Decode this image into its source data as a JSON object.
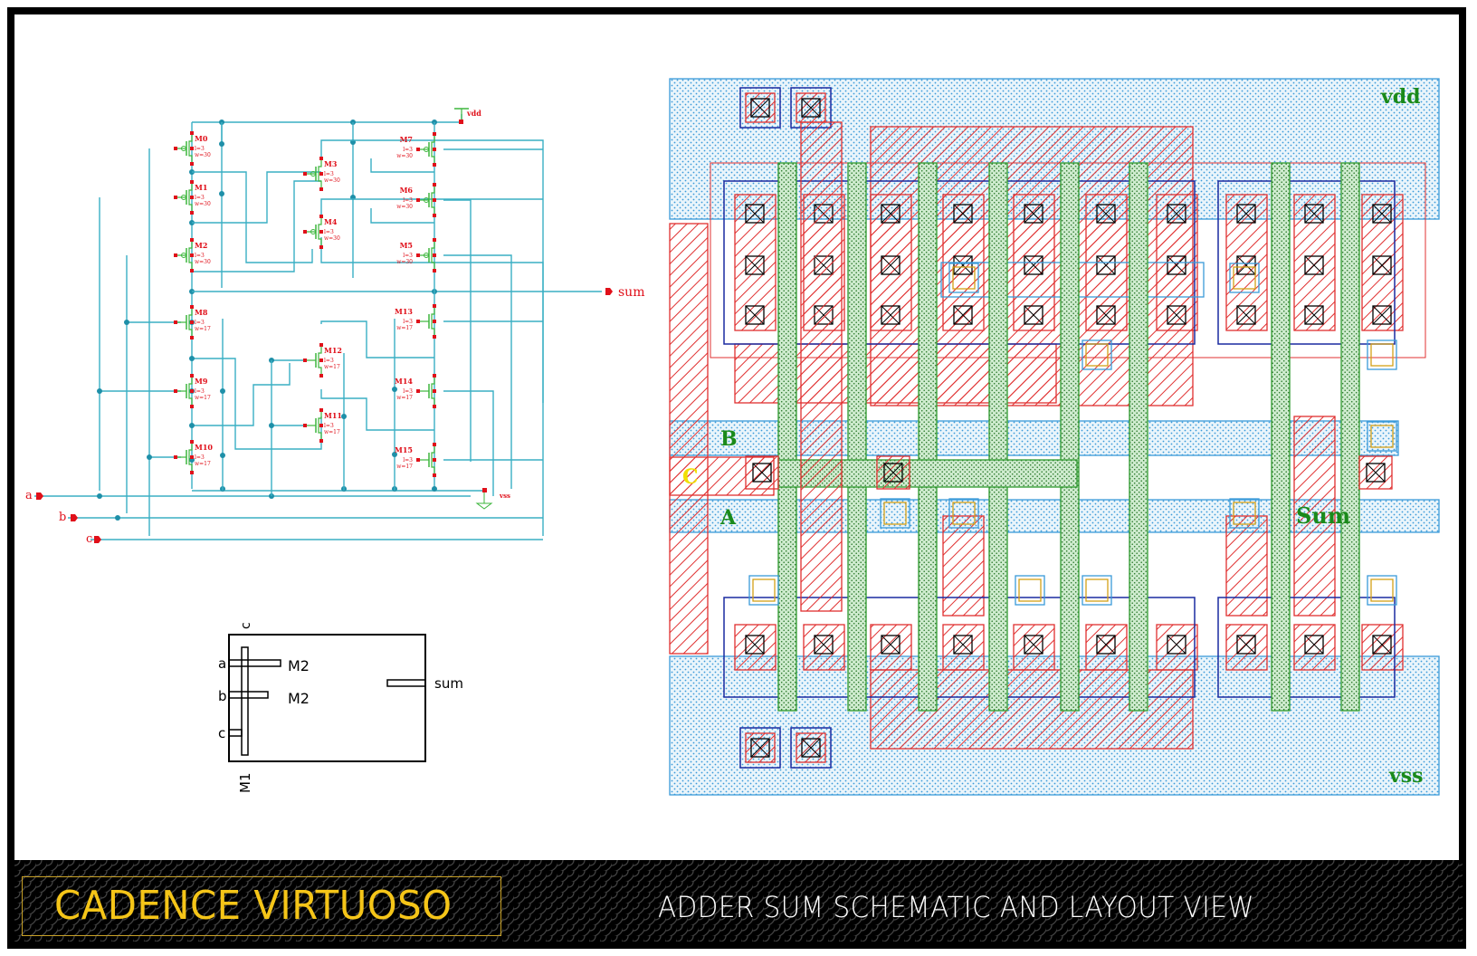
{
  "banner": {
    "brand": "CADENCE VIRTUOSO",
    "subtitle": "ADDER SUM SCHEMATIC AND LAYOUT VIEW"
  },
  "schematic": {
    "supply_label": "vdd",
    "ground_label": "vss",
    "input_pins": [
      "a",
      "b",
      "c"
    ],
    "output_pin": "sum",
    "pmos": [
      {
        "name": "M0",
        "l": "l=3",
        "w": "w=30"
      },
      {
        "name": "M1",
        "l": "l=3",
        "w": "w=30"
      },
      {
        "name": "M2",
        "l": "l=3",
        "w": "w=30"
      },
      {
        "name": "M3",
        "l": "l=3",
        "w": "w=30"
      },
      {
        "name": "M4",
        "l": "l=3",
        "w": "w=30"
      },
      {
        "name": "M7",
        "l": "l=3",
        "w": "w=30"
      },
      {
        "name": "M6",
        "l": "l=3",
        "w": "w=30"
      },
      {
        "name": "M5",
        "l": "l=3",
        "w": "w=30"
      }
    ],
    "nmos": [
      {
        "name": "M8",
        "l": "l=3",
        "w": "w=17"
      },
      {
        "name": "M9",
        "l": "l=3",
        "w": "w=17"
      },
      {
        "name": "M10",
        "l": "l=3",
        "w": "w=17"
      },
      {
        "name": "M12",
        "l": "l=3",
        "w": "w=17"
      },
      {
        "name": "M11",
        "l": "l=3",
        "w": "w=17"
      },
      {
        "name": "M13",
        "l": "l=3",
        "w": "w=17"
      },
      {
        "name": "M14",
        "l": "l=3",
        "w": "w=17"
      },
      {
        "name": "M15",
        "l": "l=3",
        "w": "w=17"
      }
    ]
  },
  "stick_diagram": {
    "top_label": "c",
    "pin_labels": [
      "a",
      "b",
      "c"
    ],
    "device_labels": [
      "M2",
      "M2"
    ],
    "bottom_label": "M1",
    "output_label": "sum"
  },
  "layout": {
    "labels": {
      "vdd": "vdd",
      "vss": "vss",
      "b": "B",
      "c": "C",
      "a": "A",
      "sum": "Sum"
    },
    "colors": {
      "metal1": "#3a9ad9",
      "poly": "#2e9a2e",
      "diffusion": "#e03030",
      "nwell": "#1a2aa0",
      "label_green": "#1a8a1a",
      "label_yellow": "#f0e000"
    }
  },
  "colors": {
    "wire": "#3aafc4",
    "pin": "#e0101a",
    "device": "#3cb63c",
    "brand": "#f5c518"
  }
}
